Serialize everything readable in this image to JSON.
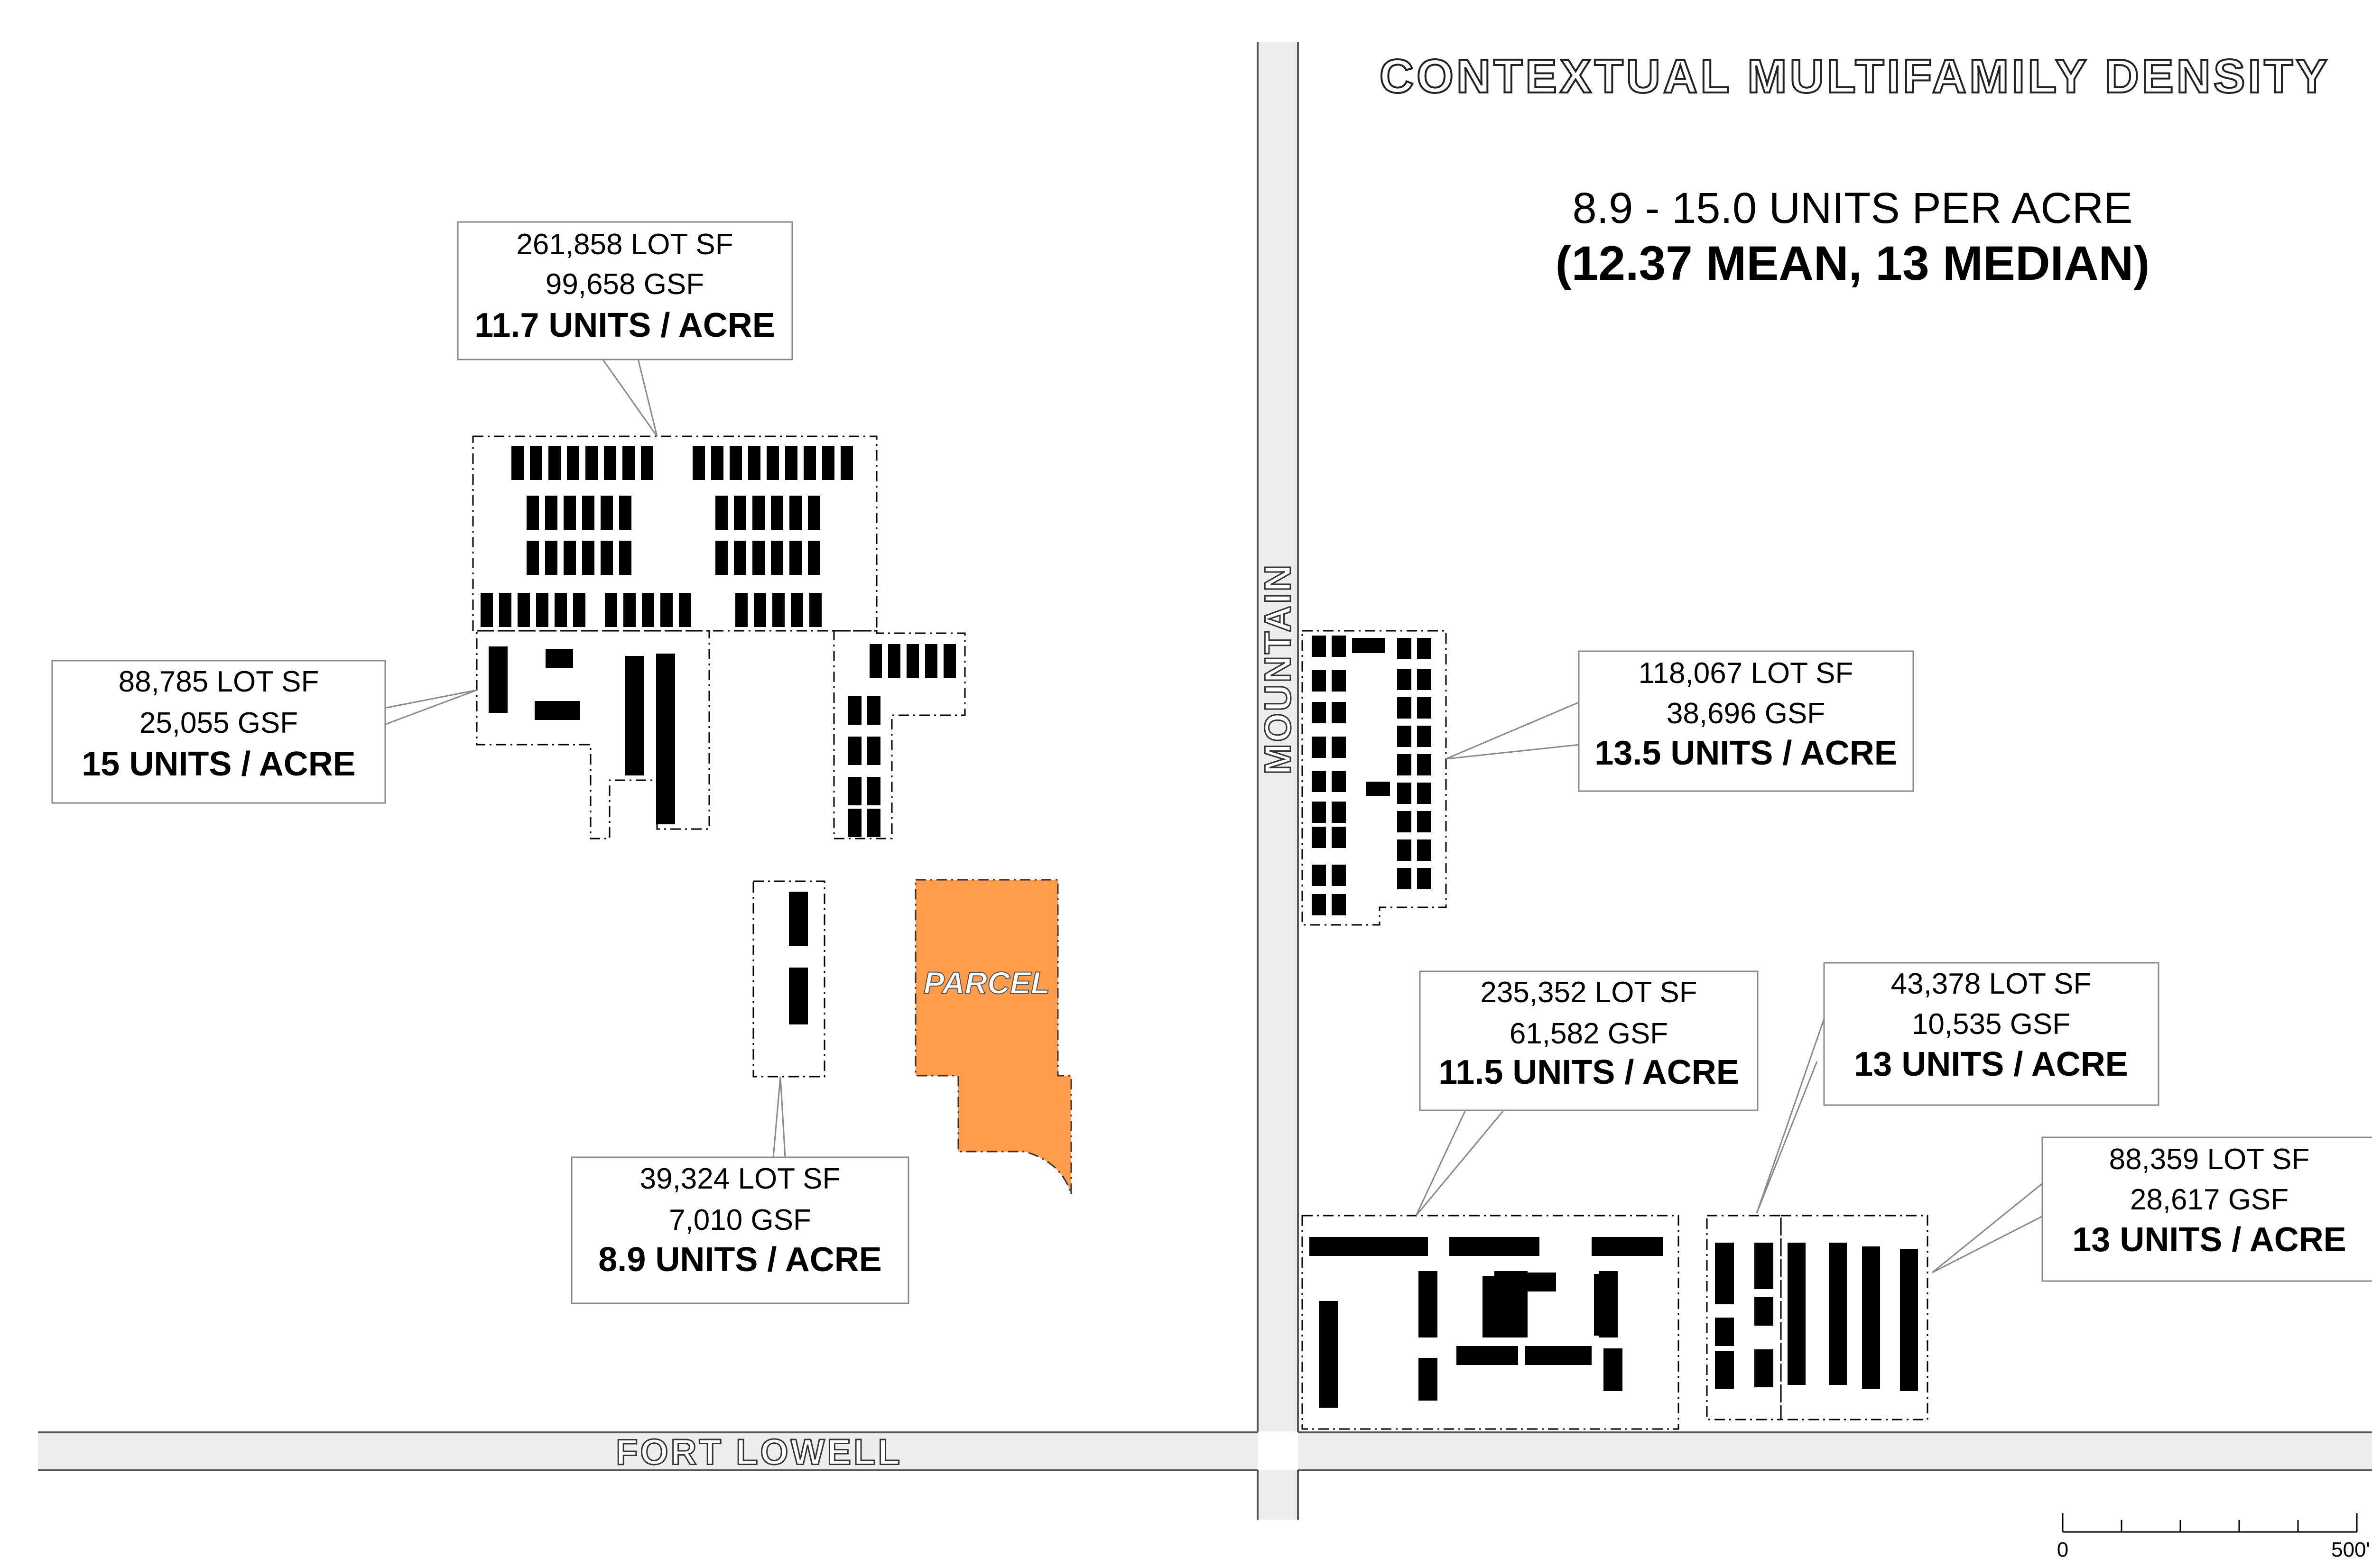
{
  "title": "CONTEXTUAL MULTIFAMILY DENSITY",
  "density_range": "8.9 - 15.0 UNITS PER ACRE",
  "density_stats": "(12.37 MEAN, 13 MEDIAN)",
  "streets": {
    "north_south": "MOUNTAIN",
    "east_west": "FORT LOWELL"
  },
  "parcel_label": "PARCEL",
  "colors": {
    "parcel_fill": "#FF9C4C",
    "road_fill": "#EDEDED",
    "building_fill": "#000000",
    "callout_border": "#8A8A8A"
  },
  "properties": [
    {
      "lot": "261,858 LOT SF",
      "gsf": "99,658 GSF",
      "density": "11.7 UNITS / ACRE"
    },
    {
      "lot": "88,785 LOT SF",
      "gsf": "25,055 GSF",
      "density": "15 UNITS / ACRE"
    },
    {
      "lot": "39,324 LOT SF",
      "gsf": "7,010 GSF",
      "density": "8.9 UNITS / ACRE"
    },
    {
      "lot": "118,067 LOT SF",
      "gsf": "38,696 GSF",
      "density": "13.5 UNITS / ACRE"
    },
    {
      "lot": "235,352 LOT SF",
      "gsf": "61,582 GSF",
      "density": "11.5 UNITS / ACRE"
    },
    {
      "lot": "43,378 LOT SF",
      "gsf": "10,535 GSF",
      "density": "13 UNITS / ACRE"
    },
    {
      "lot": "88,359 LOT SF",
      "gsf": "28,617 GSF",
      "density": "13 UNITS / ACRE"
    }
  ],
  "scale_bar": {
    "start": "0",
    "end": "500'"
  }
}
